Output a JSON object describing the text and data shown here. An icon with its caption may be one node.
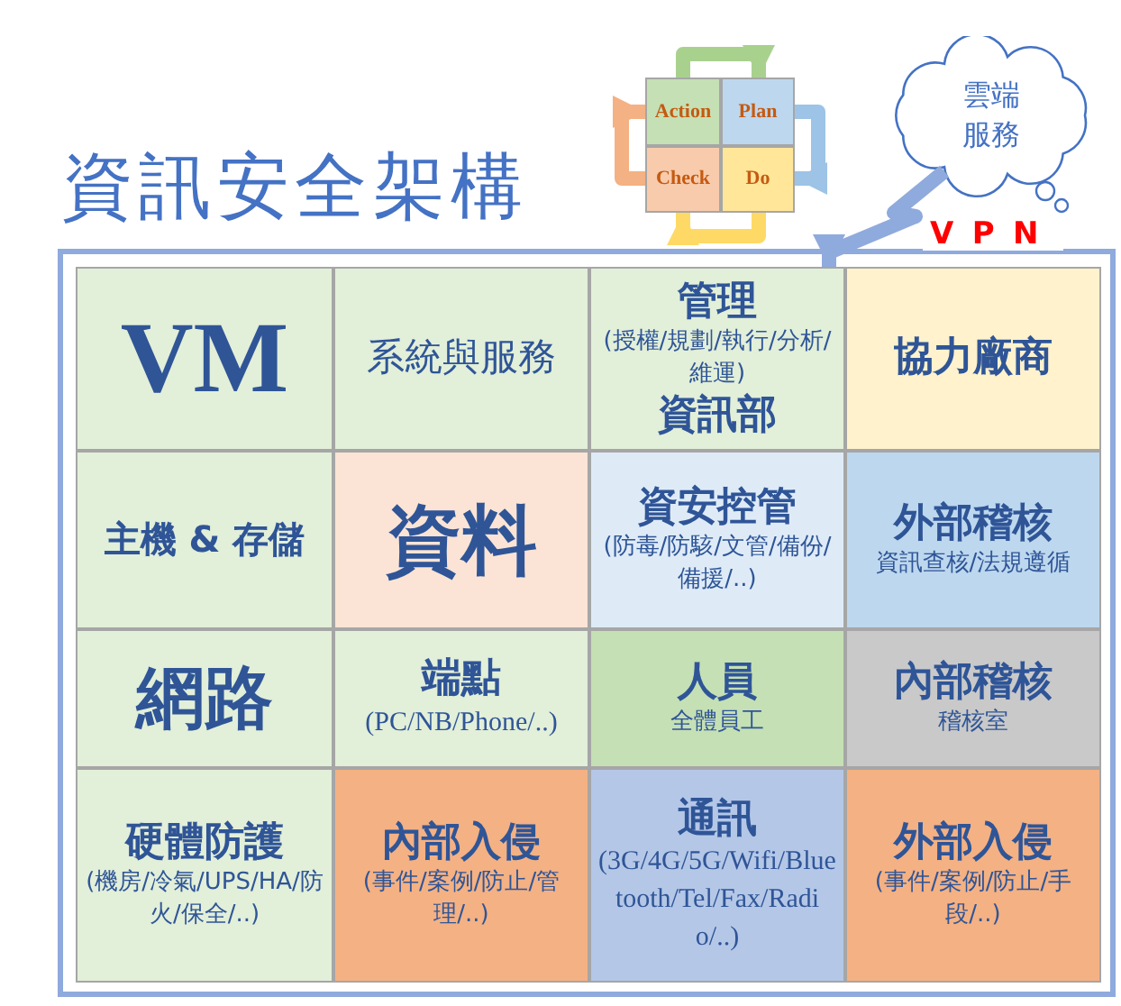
{
  "diagram": {
    "title": "資訊安全架構",
    "nodes": [
      {
        "text": [
          "VM"
        ]
      },
      {
        "text": [
          "系統與服務"
        ]
      },
      {
        "text": [
          "管理",
          "(授權/規劃/執行/分析/維運)",
          "資訊部"
        ]
      },
      {
        "text": [
          "協力廠商"
        ]
      },
      {
        "text": [
          "主機 & 存儲"
        ]
      },
      {
        "text": [
          "資料"
        ]
      },
      {
        "text": [
          "資安控管",
          "(防毒/防駭/文管/備份/備援/..)"
        ]
      },
      {
        "text": [
          "外部稽核",
          "資訊查核/法規遵循"
        ]
      },
      {
        "text": [
          "網路"
        ]
      },
      {
        "text": [
          "端點",
          "(PC/NB/Phone/..)"
        ]
      },
      {
        "text": [
          "人員",
          "全體員工"
        ]
      },
      {
        "text": [
          "內部稽核",
          "稽核室"
        ]
      },
      {
        "text": [
          "硬體防護",
          "(機房/冷氣/UPS/HA/防火/保全/..)"
        ]
      },
      {
        "text": [
          "內部入侵",
          "(事件/案例/防止/管理/..)"
        ]
      },
      {
        "text": [
          "通訊",
          "(3G/4G/5G/Wifi/Bluetooth/Tel/Fax/Radio/..)"
        ]
      },
      {
        "text": [
          "外部入侵",
          "(事件/案例/防止/手段/..)"
        ]
      },
      {
        "text": [
          "Action"
        ]
      },
      {
        "text": [
          "Plan"
        ]
      },
      {
        "text": [
          "Check"
        ]
      },
      {
        "text": [
          "Do"
        ]
      },
      {
        "text": [
          "雲端服務"
        ]
      }
    ],
    "edges": [
      {
        "from": 16,
        "to": 17,
        "arrow": "to",
        "color": "#a9d18e"
      },
      {
        "from": 17,
        "to": 19,
        "arrow": "to",
        "color": "#9dc3e6"
      },
      {
        "from": 19,
        "to": 18,
        "arrow": "to",
        "color": "#ffd966"
      },
      {
        "from": 18,
        "to": 16,
        "arrow": "to",
        "color": "#f4b183"
      },
      {
        "from": 20,
        "to": 2,
        "arrow": "to",
        "label": "VPN",
        "color": "#8faadc"
      }
    ]
  }
}
